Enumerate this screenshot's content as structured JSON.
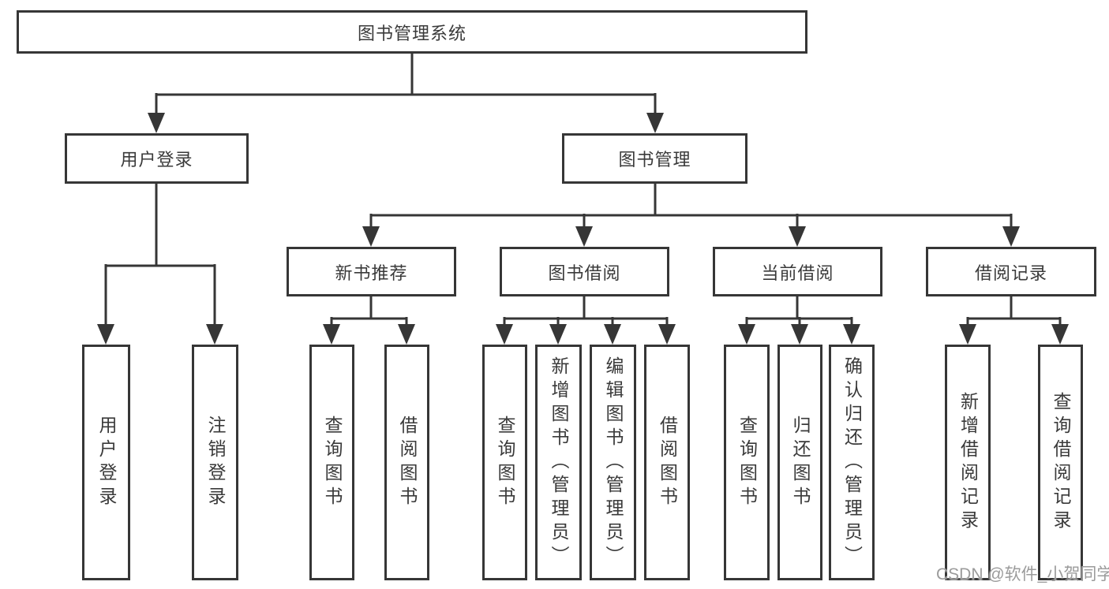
{
  "tree": {
    "label": "图书管理系统",
    "children": [
      {
        "label": "用户登录",
        "children": [
          {
            "label": "用户登录"
          },
          {
            "label": "注销登录"
          }
        ]
      },
      {
        "label": "图书管理",
        "children": [
          {
            "label": "新书推荐",
            "children": [
              {
                "label": "查询图书"
              },
              {
                "label": "借阅图书"
              }
            ]
          },
          {
            "label": "图书借阅",
            "children": [
              {
                "label": "查询图书"
              },
              {
                "label": "新增图书（管理员）"
              },
              {
                "label": "编辑图书（管理员）"
              },
              {
                "label": "借阅图书"
              }
            ]
          },
          {
            "label": "当前借阅",
            "children": [
              {
                "label": "查询图书"
              },
              {
                "label": "归还图书"
              },
              {
                "label": "确认归还（管理员）"
              }
            ]
          },
          {
            "label": "借阅记录",
            "children": [
              {
                "label": "新增借阅记录"
              },
              {
                "label": "查询借阅记录"
              }
            ]
          }
        ]
      }
    ]
  },
  "watermark": "CSDN @软件_小贺同学",
  "colors": {
    "line": "#363636",
    "text": "#3a3a3a",
    "background": "#ffffff",
    "watermark": "#9b9b9b"
  }
}
